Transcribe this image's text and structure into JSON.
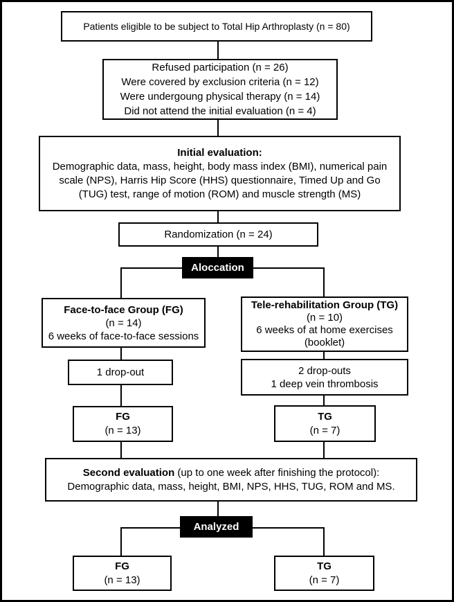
{
  "diagram": {
    "type": "flowchart",
    "title_semantic": "Total Hip Arthroplasty trial flow diagram",
    "colors": {
      "line": "#000000",
      "box_background": "#ffffff",
      "stage_background": "#000000",
      "stage_text": "#ffffff",
      "page_background": "#ffffff"
    },
    "nodes": {
      "eligible": {
        "text": "Patients eligible to be subject to Total Hip Arthroplasty (n = 80)"
      },
      "excluded": {
        "lines": [
          "Refused participation (n = 26)",
          "Were covered by exclusion criteria (n = 12)",
          "Were undergoung physical therapy (n = 14)",
          "Did not attend the initial evaluation (n = 4)"
        ]
      },
      "initial_evaluation": {
        "title": "Initial evaluation:",
        "body": "Demographic data, mass, height, body mass index (BMI), numerical pain scale (NPS), Harris Hip Score (HHS) questionnaire, Timed Up and Go (TUG) test, range of motion (ROM) and muscle strength (MS)"
      },
      "randomization": {
        "text": "Randomization (n = 24)"
      },
      "allocation_label": {
        "text": "Aloccation"
      },
      "fg_group": {
        "title": "Face-to-face Group (FG)",
        "n": "(n = 14)",
        "lines": [
          "6 weeks of face-to-face sessions"
        ]
      },
      "tg_group": {
        "title": "Tele-rehabilitation Group (TG)",
        "n": "(n = 10)",
        "lines": [
          "6 weeks of at home exercises",
          "(booklet)"
        ]
      },
      "fg_dropout": {
        "lines": [
          "1 drop-out"
        ]
      },
      "tg_dropout": {
        "lines": [
          "2 drop-outs",
          "1 deep vein thrombosis"
        ]
      },
      "fg_after_dropout": {
        "title": "FG",
        "n": "(n = 13)"
      },
      "tg_after_dropout": {
        "title": "TG",
        "n": "(n = 7)"
      },
      "second_evaluation": {
        "title": "Second evaluation",
        "title_suffix": " (up to one week after finishing the protocol):",
        "body": "Demographic data, mass, height, BMI, NPS, HHS, TUG, ROM and MS."
      },
      "analyzed_label": {
        "text": "Analyzed"
      },
      "fg_analyzed": {
        "title": "FG",
        "n": "(n = 13)"
      },
      "tg_analyzed": {
        "title": "TG",
        "n": "(n = 7)"
      }
    }
  }
}
